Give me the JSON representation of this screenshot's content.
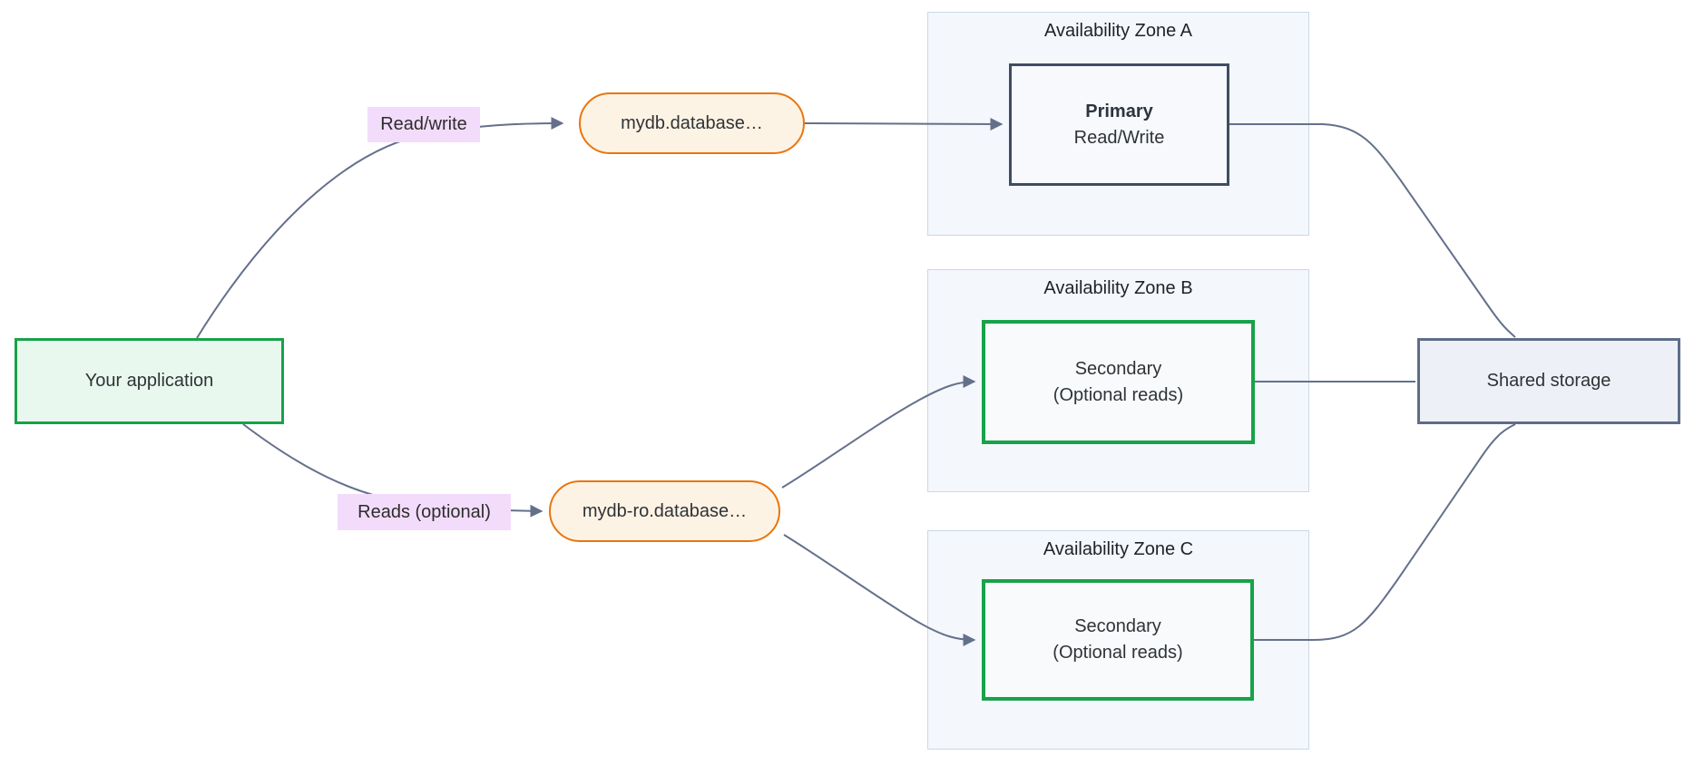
{
  "diagram": {
    "app": {
      "label": "Your application"
    },
    "edge_labels": [
      {
        "label": "Read/write"
      },
      {
        "label": "Reads (optional)"
      }
    ],
    "endpoints": [
      {
        "label": "mydb.database…"
      },
      {
        "label": "mydb-ro.database…"
      }
    ],
    "zones": [
      {
        "title": "Availability Zone A",
        "node": {
          "title": "Primary",
          "subtitle": "Read/Write"
        }
      },
      {
        "title": "Availability Zone B",
        "node": {
          "title": "Secondary",
          "subtitle": "(Optional reads)"
        }
      },
      {
        "title": "Availability Zone C",
        "node": {
          "title": "Secondary",
          "subtitle": "(Optional reads)"
        }
      }
    ],
    "storage": {
      "label": "Shared storage"
    },
    "colors": {
      "app_border": "#18a24a",
      "app_fill": "#e9f8ef",
      "endpoint_border": "#e9750f",
      "endpoint_fill": "#fdf3e4",
      "edge_label_bg": "#f3dcfb",
      "zone_border": "#cbd8e9",
      "zone_fill": "#f4f7fb",
      "primary_border": "#3e4d63",
      "secondary_border": "#18a24a",
      "storage_border": "#5e6e88",
      "storage_fill": "#edf1f7",
      "edge_line": "#64708b",
      "text": "#2f3337"
    }
  }
}
